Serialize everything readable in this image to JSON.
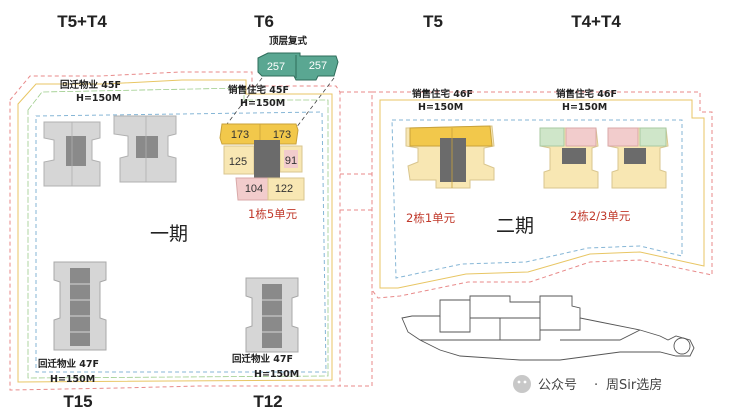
{
  "columns": {
    "col1": "T5+T4",
    "col2": "T6",
    "col3": "T5",
    "col4": "T4+T4"
  },
  "bottom_labels": {
    "left": "T15",
    "mid": "T12"
  },
  "top_note": "顶层复式",
  "buildings": {
    "top_left": {
      "type": "回迁物业 45F",
      "height": "H=150M"
    },
    "t6": {
      "type": "销售住宅 45F",
      "height": "H=150M"
    },
    "t5": {
      "type": "销售住宅 46F",
      "height": "H=150M"
    },
    "t4t4": {
      "type": "销售住宅 46F",
      "height": "H=150M"
    },
    "t15": {
      "type": "回迁物业 47F",
      "height": "H=150M"
    },
    "t12": {
      "type": "回迁物业 47F",
      "height": "H=150M"
    }
  },
  "units": {
    "duplex_a": "257",
    "duplex_b": "257",
    "u173a": "173",
    "u173b": "173",
    "u125": "125",
    "u91": "91",
    "u104": "104",
    "u122": "122"
  },
  "notes": {
    "t6_units": "1栋5单元",
    "t5_units": "2栋1单元",
    "t4_units": "2栋2/3单元"
  },
  "phases": {
    "phase1": "一期",
    "phase2": "二期"
  },
  "watermark": {
    "prefix": "公众号",
    "dot": "·",
    "name": "周Sir选房"
  },
  "colors": {
    "yellow": "#f2c84b",
    "light_yellow": "#f8e7b3",
    "teal": "#5aa792",
    "pink": "#f2cccc",
    "green": "#cfe6c9",
    "gray": "#cfcfcf",
    "dark_gray": "#6b6b6b",
    "red": "#c0392b"
  }
}
